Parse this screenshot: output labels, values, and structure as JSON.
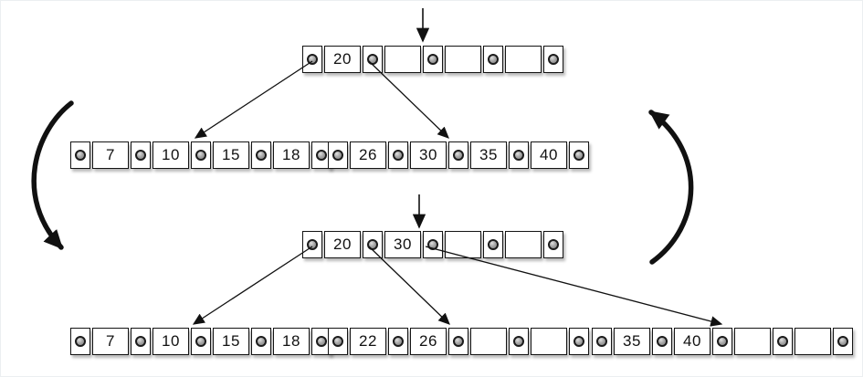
{
  "diagram": {
    "subject": "b-tree-insertion-split",
    "colors": {
      "stroke": "#111111",
      "cell_fill": "#ffffff",
      "dot_fill": "#999999",
      "background": "#ffffff"
    },
    "before": {
      "root": {
        "keys": [
          "20",
          "",
          "",
          ""
        ]
      },
      "children": [
        {
          "keys": [
            "7",
            "10",
            "15",
            "18"
          ]
        },
        {
          "keys": [
            "26",
            "30",
            "35",
            "40"
          ]
        }
      ]
    },
    "after": {
      "root": {
        "keys": [
          "20",
          "30",
          "",
          ""
        ]
      },
      "children": [
        {
          "keys": [
            "7",
            "10",
            "15",
            "18"
          ]
        },
        {
          "keys": [
            "22",
            "26",
            "",
            ""
          ]
        },
        {
          "keys": [
            "35",
            "40",
            "",
            ""
          ]
        }
      ]
    }
  }
}
